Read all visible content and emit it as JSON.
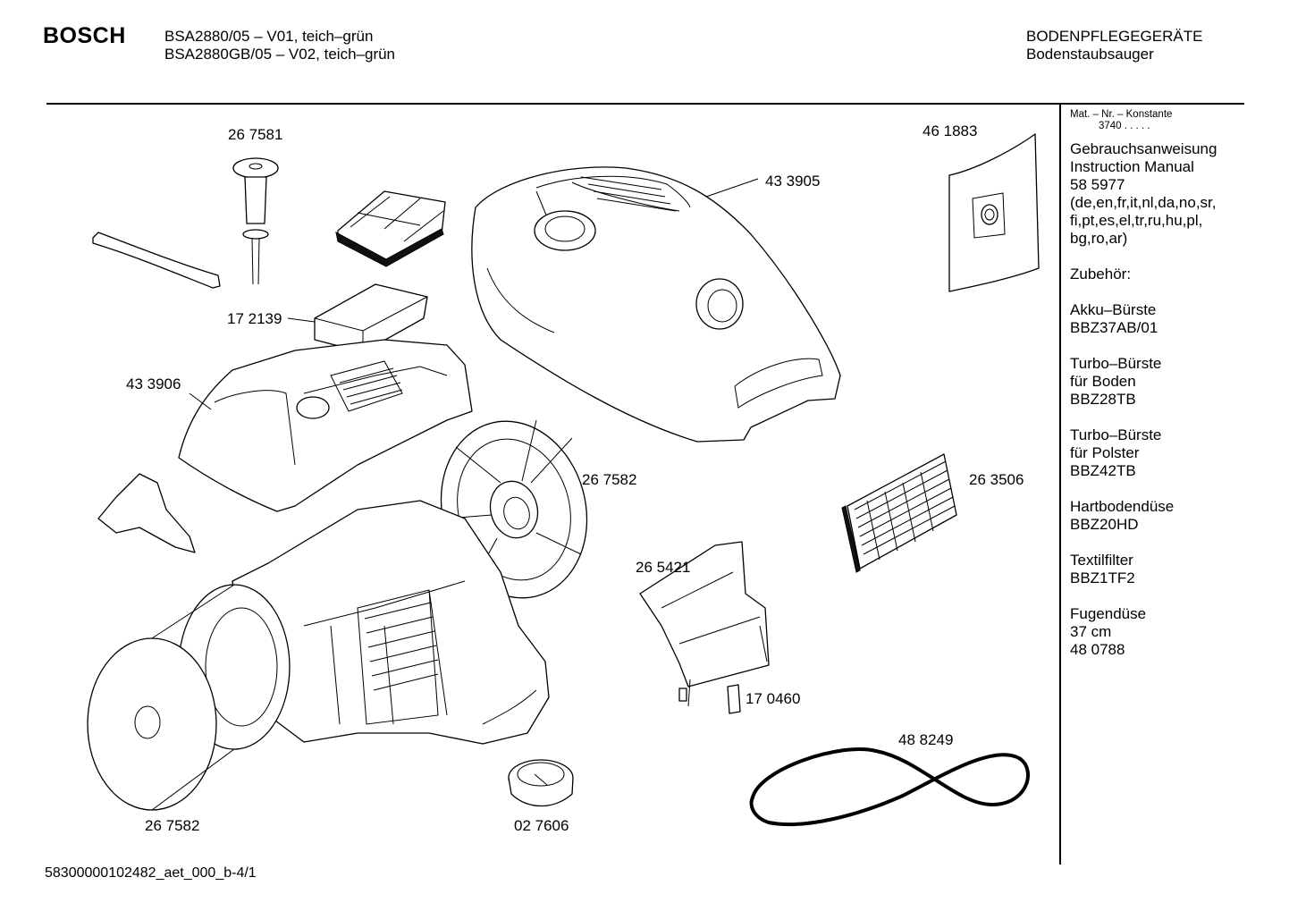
{
  "header": {
    "brand": "BOSCH",
    "model_lines": [
      "BSA2880/05      – V01, teich–grün",
      "BSA2880GB/05 – V02, teich–grün"
    ],
    "category_lines": [
      "BODENPFLEGEGERÄTE",
      "Bodenstaubsauger"
    ]
  },
  "sidebar": {
    "mat_nr_label": "Mat. – Nr. – Konstante",
    "mat_nr_value": "3740  .  .  .  .  .",
    "blocks": [
      [
        "Gebrauchsanweisung",
        "Instruction Manual",
        "58 5977",
        "(de,en,fr,it,nl,da,no,sr,",
        "fi,pt,es,el,tr,ru,hu,pl,",
        "bg,ro,ar)"
      ],
      [
        "Zubehör:"
      ],
      [
        "Akku–Bürste",
        "BBZ37AB/01"
      ],
      [
        "Turbo–Bürste",
        "für Boden",
        "BBZ28TB"
      ],
      [
        "Turbo–Bürste",
        "für Polster",
        "BBZ42TB"
      ],
      [
        "Hartbodendüse",
        "BBZ20HD"
      ],
      [
        "Textilfilter",
        "BBZ1TF2"
      ],
      [
        "Fugendüse",
        "37 cm",
        "48 0788"
      ]
    ]
  },
  "parts": [
    {
      "id": "p-267581",
      "label": "26 7581"
    },
    {
      "id": "p-433905",
      "label": "43 3905"
    },
    {
      "id": "p-461883",
      "label": "46 1883"
    },
    {
      "id": "p-172139",
      "label": "17 2139"
    },
    {
      "id": "p-433906",
      "label": "43 3906"
    },
    {
      "id": "p-267582a",
      "label": "26 7582"
    },
    {
      "id": "p-263506",
      "label": "26 3506"
    },
    {
      "id": "p-265421",
      "label": "26 5421"
    },
    {
      "id": "p-170460",
      "label": "17 0460"
    },
    {
      "id": "p-488249",
      "label": "48 8249"
    },
    {
      "id": "p-267582b",
      "label": "26 7582"
    },
    {
      "id": "p-027606",
      "label": "02 7606"
    }
  ],
  "footer": {
    "doc_id": "58300000102482_aet_000_b-4/1"
  }
}
